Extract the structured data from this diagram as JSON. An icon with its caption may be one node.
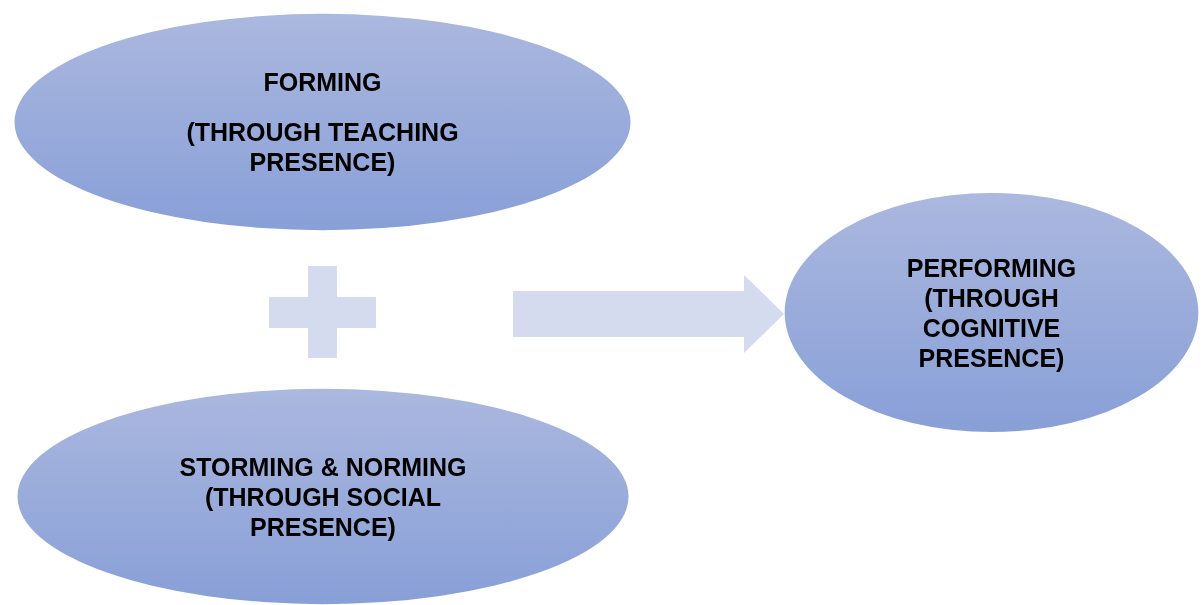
{
  "diagram": {
    "nodes": [
      {
        "text": [
          "FORMING",
          "(THROUGH TEACHING PRESENCE)"
        ]
      },
      {
        "text": [
          "STORMING & NORMING (THROUGH SOCIAL PRESENCE)"
        ]
      },
      {
        "text": [
          "PERFORMING (THROUGH COGNITIVE PRESENCE)"
        ]
      }
    ],
    "edges": [
      {
        "from": null,
        "to": 2,
        "arrow": "to"
      }
    ]
  }
}
